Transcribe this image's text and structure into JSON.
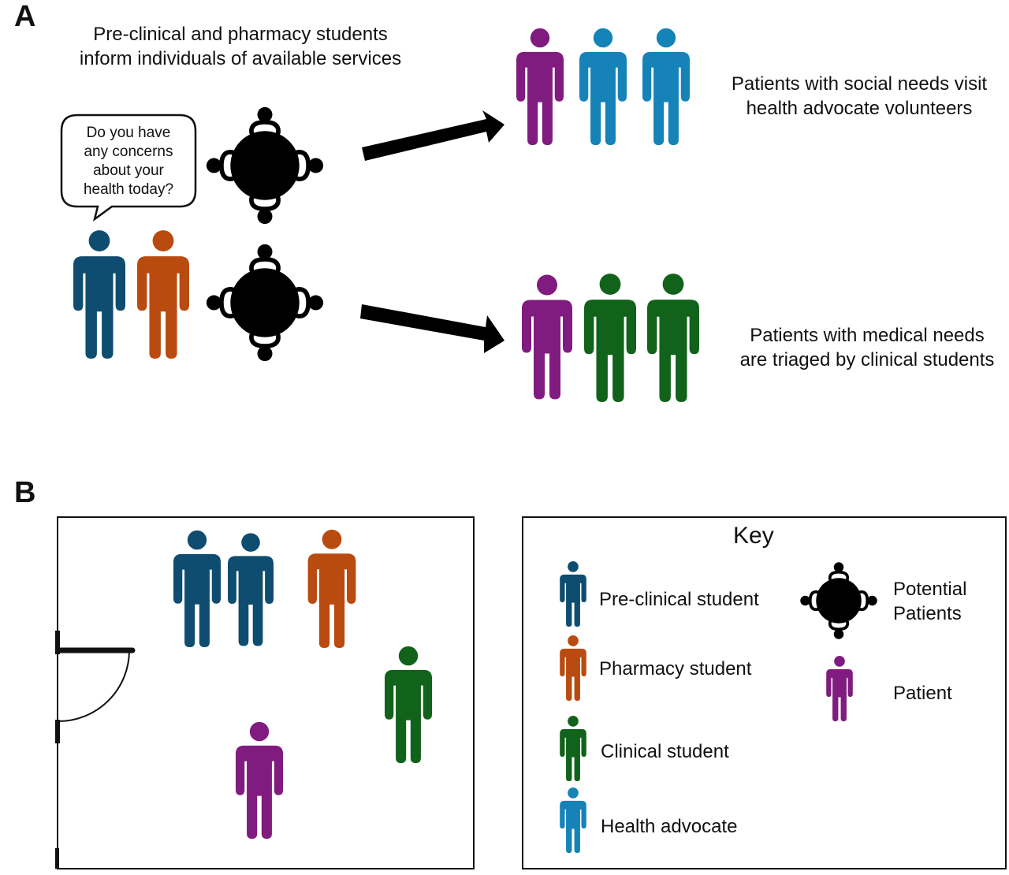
{
  "panel_a": {
    "label": "A",
    "caption_top": [
      "Pre-clinical and pharmacy students",
      "inform individuals of available services"
    ],
    "speech_bubble": [
      "Do you have",
      "any concerns",
      "about your",
      "health today?"
    ],
    "caption_social": [
      "Patients with social needs visit",
      "health advocate volunteers"
    ],
    "caption_medical": [
      "Patients with medical needs",
      "are triaged by clinical students"
    ]
  },
  "panel_b": {
    "label": "B",
    "key": {
      "title": "Key",
      "items": [
        {
          "label": "Pre-clinical student",
          "color": "#0e4d6f",
          "icon": "person-icon"
        },
        {
          "label": "Pharmacy student",
          "color": "#b94b10",
          "icon": "person-icon"
        },
        {
          "label": "Clinical student",
          "color": "#11621a",
          "icon": "person-icon"
        },
        {
          "label": "Health advocate",
          "color": "#1583b8",
          "icon": "person-icon"
        },
        {
          "label": "Potential Patients",
          "lines": [
            "Potential",
            "Patients"
          ],
          "color": "#000000",
          "icon": "table-group-icon"
        },
        {
          "label": "Patient",
          "color": "#801b7f",
          "icon": "person-icon"
        }
      ]
    }
  },
  "colors": {
    "pre_clinical": "#0e4d6f",
    "pharmacy": "#b94b10",
    "clinical": "#11621a",
    "health_advocate": "#1583b8",
    "patient": "#801b7f",
    "potential_patients": "#000000"
  }
}
